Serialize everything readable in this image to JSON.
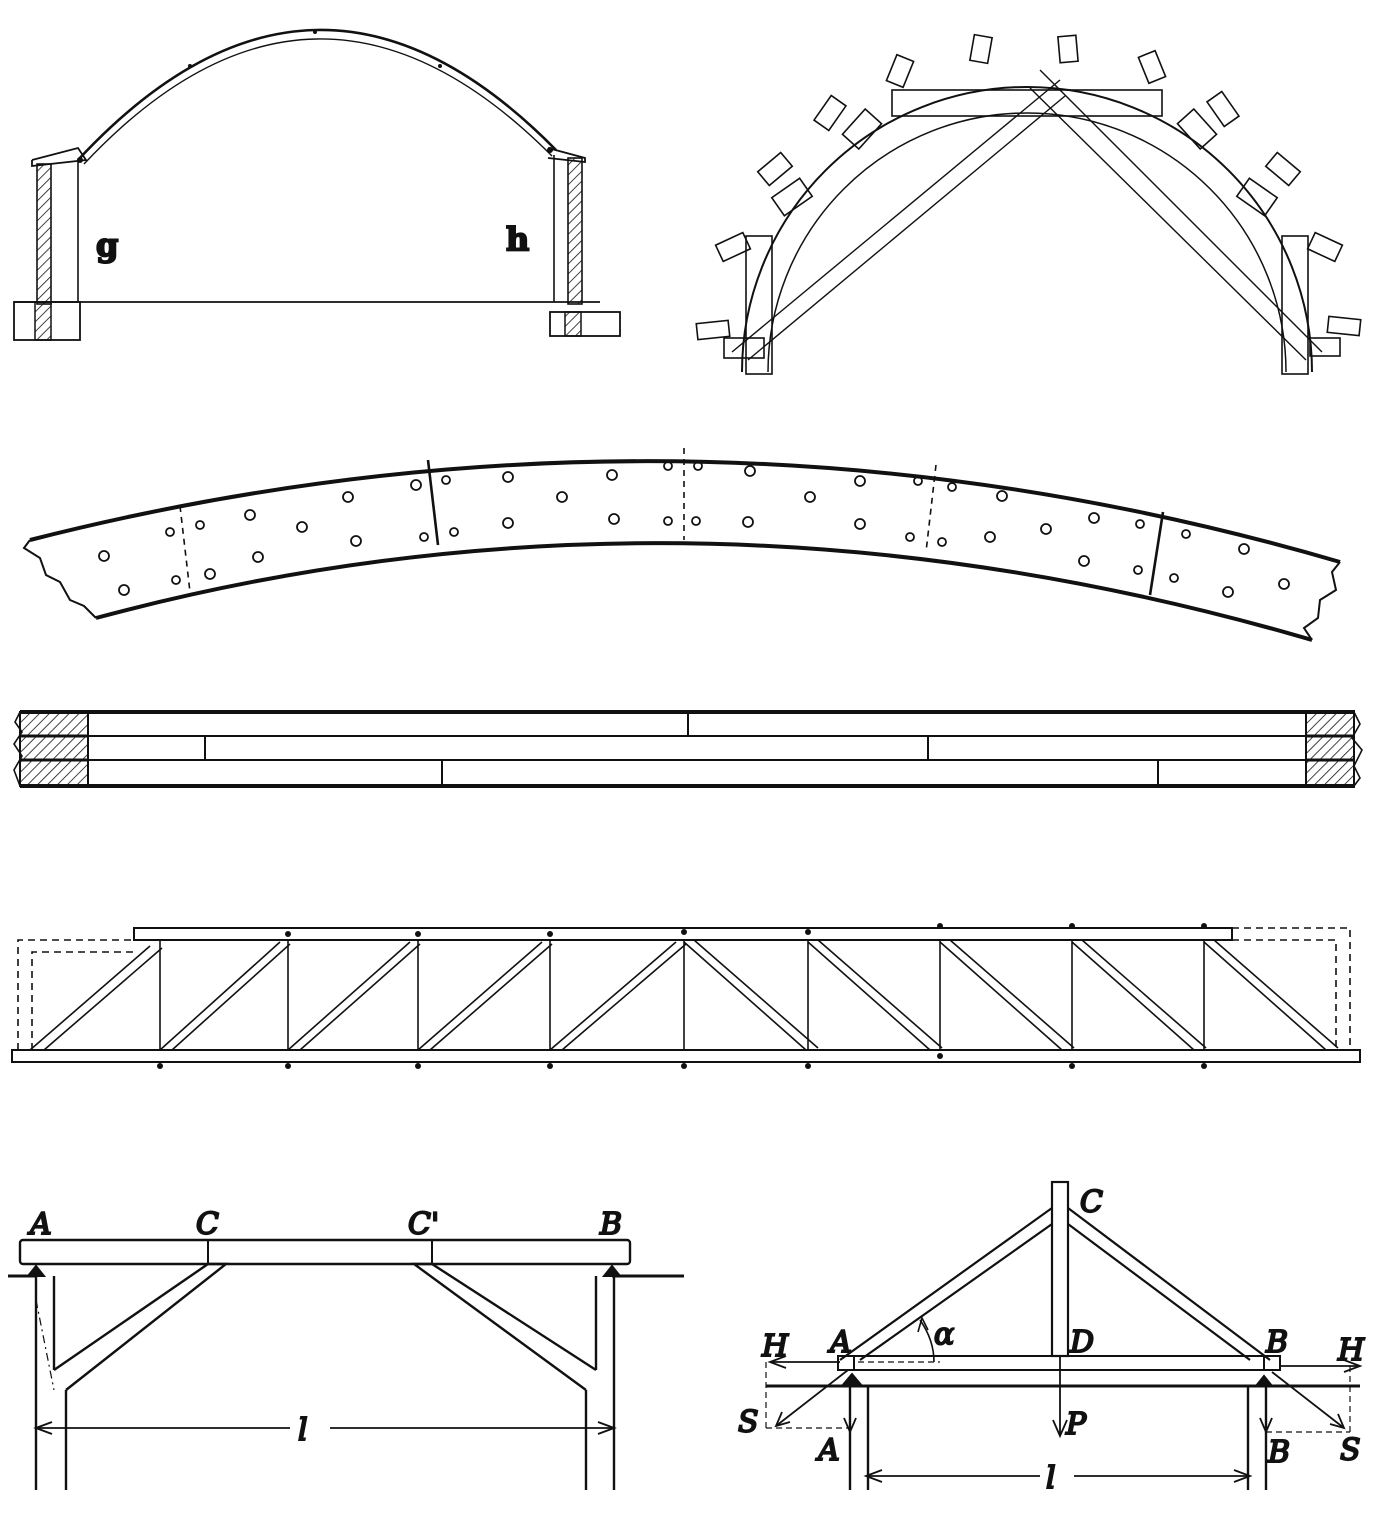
{
  "figures": {
    "hall_section": {
      "label_left": "g",
      "label_right": "h"
    },
    "arch_centering": {},
    "curved_plank_rib": {},
    "laminated_beam": {},
    "lattice_truss": {},
    "strut_frame": {
      "labels": [
        "A",
        "C",
        "C'",
        "B"
      ],
      "span": "l"
    },
    "trussed_rafter": {
      "labels": {
        "C": "C",
        "D": "D",
        "A": "A",
        "B": "B",
        "H_left": "H",
        "H_right": "H",
        "S_left": "S",
        "S_right": "S",
        "A_reaction": "A",
        "B_reaction": "B",
        "P": "P",
        "alpha": "α",
        "span": "l"
      }
    }
  },
  "colors": {
    "ink": "#111111",
    "paper": "#ffffff"
  }
}
